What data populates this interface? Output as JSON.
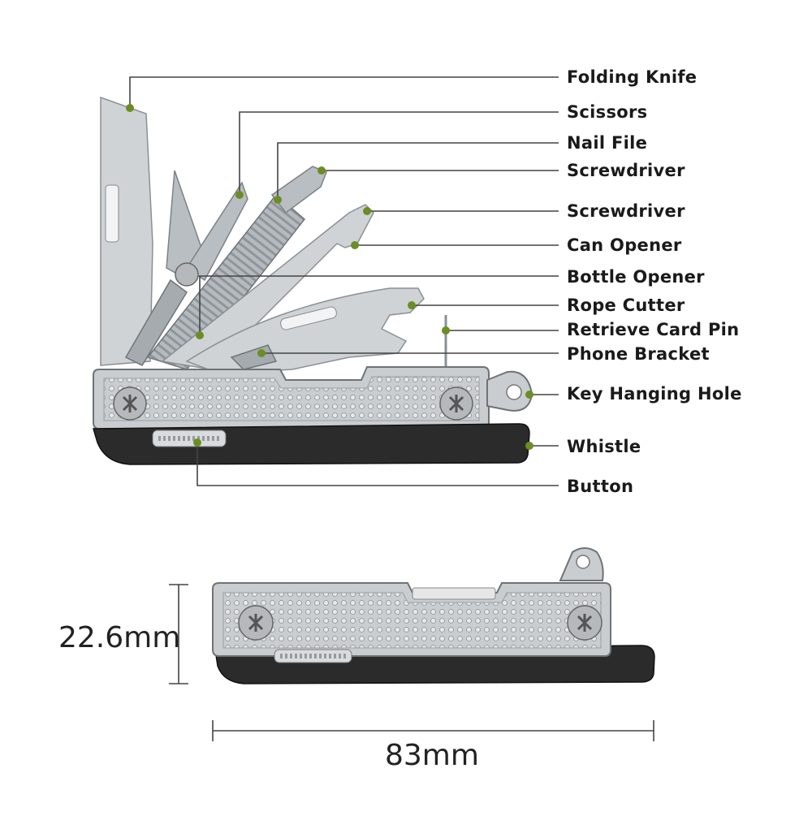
{
  "labels": {
    "folding_knife": "Folding Knife",
    "scissors": "Scissors",
    "nail_file": "Nail File",
    "screwdriver_1": "Screwdriver",
    "screwdriver_2": "Screwdriver",
    "can_opener": "Can Opener",
    "bottle_opener": "Bottle Opener",
    "rope_cutter": "Rope Cutter",
    "retrieve_card_pin": "Retrieve Card Pin",
    "phone_bracket": "Phone Bracket",
    "key_hanging_hole": "Key Hanging Hole",
    "whistle": "Whistle",
    "button": "Button"
  },
  "dimensions": {
    "height": "22.6mm",
    "length": "83mm"
  },
  "colors": {
    "pointer_dot": "#6b8e23",
    "leader_line": "#444444",
    "steel": "#c9cdd0",
    "black_body": "#2b2b2b"
  }
}
